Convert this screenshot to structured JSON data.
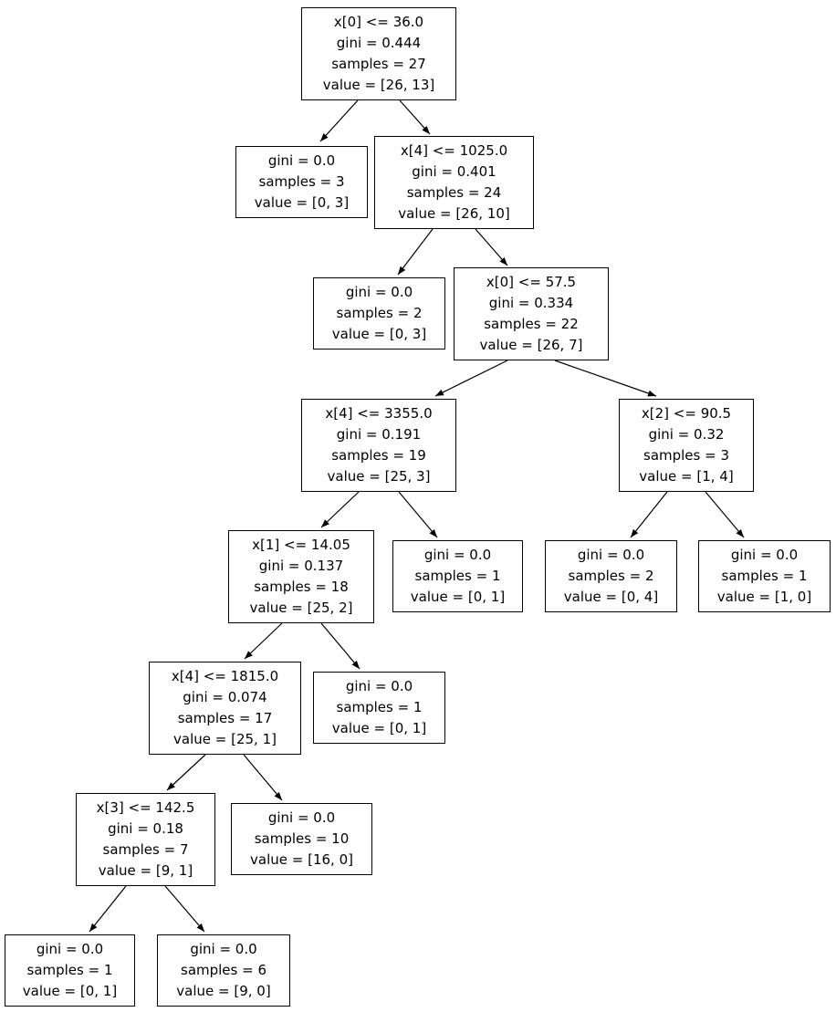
{
  "figure": {
    "type": "decision-tree",
    "background_color": "#ffffff",
    "node_border_color": "#000000",
    "text_color": "#000000",
    "nodes": [
      {
        "id": 0,
        "kind": "split",
        "lines": [
          "x[0] <= 36.0",
          "gini = 0.444",
          "samples = 27",
          "value = [26, 13]"
        ]
      },
      {
        "id": 1,
        "kind": "leaf",
        "lines": [
          "gini = 0.0",
          "samples = 3",
          "value = [0, 3]"
        ]
      },
      {
        "id": 2,
        "kind": "split",
        "lines": [
          "x[4] <= 1025.0",
          "gini = 0.401",
          "samples = 24",
          "value = [26, 10]"
        ]
      },
      {
        "id": 3,
        "kind": "leaf",
        "lines": [
          "gini = 0.0",
          "samples = 2",
          "value = [0, 3]"
        ]
      },
      {
        "id": 4,
        "kind": "split",
        "lines": [
          "x[0] <= 57.5",
          "gini = 0.334",
          "samples = 22",
          "value = [26, 7]"
        ]
      },
      {
        "id": 5,
        "kind": "split",
        "lines": [
          "x[4] <= 3355.0",
          "gini = 0.191",
          "samples = 19",
          "value = [25, 3]"
        ]
      },
      {
        "id": 6,
        "kind": "split",
        "lines": [
          "x[2] <= 90.5",
          "gini = 0.32",
          "samples = 3",
          "value = [1, 4]"
        ]
      },
      {
        "id": 7,
        "kind": "split",
        "lines": [
          "x[1] <= 14.05",
          "gini = 0.137",
          "samples = 18",
          "value = [25, 2]"
        ]
      },
      {
        "id": 8,
        "kind": "leaf",
        "lines": [
          "gini = 0.0",
          "samples = 1",
          "value = [0, 1]"
        ]
      },
      {
        "id": 9,
        "kind": "leaf",
        "lines": [
          "gini = 0.0",
          "samples = 2",
          "value = [0, 4]"
        ]
      },
      {
        "id": 10,
        "kind": "leaf",
        "lines": [
          "gini = 0.0",
          "samples = 1",
          "value = [1, 0]"
        ]
      },
      {
        "id": 11,
        "kind": "split",
        "lines": [
          "x[4] <= 1815.0",
          "gini = 0.074",
          "samples = 17",
          "value = [25, 1]"
        ]
      },
      {
        "id": 12,
        "kind": "leaf",
        "lines": [
          "gini = 0.0",
          "samples = 1",
          "value = [0, 1]"
        ]
      },
      {
        "id": 13,
        "kind": "split",
        "lines": [
          "x[3] <= 142.5",
          "gini = 0.18",
          "samples = 7",
          "value = [9, 1]"
        ]
      },
      {
        "id": 14,
        "kind": "leaf",
        "lines": [
          "gini = 0.0",
          "samples = 10",
          "value = [16, 0]"
        ]
      },
      {
        "id": 15,
        "kind": "leaf",
        "lines": [
          "gini = 0.0",
          "samples = 1",
          "value = [0, 1]"
        ]
      },
      {
        "id": 16,
        "kind": "leaf",
        "lines": [
          "gini = 0.0",
          "samples = 6",
          "value = [9, 0]"
        ]
      }
    ],
    "edges": [
      {
        "from": 0,
        "to": 1
      },
      {
        "from": 0,
        "to": 2
      },
      {
        "from": 2,
        "to": 3
      },
      {
        "from": 2,
        "to": 4
      },
      {
        "from": 4,
        "to": 5
      },
      {
        "from": 4,
        "to": 6
      },
      {
        "from": 5,
        "to": 7
      },
      {
        "from": 5,
        "to": 8
      },
      {
        "from": 6,
        "to": 9
      },
      {
        "from": 6,
        "to": 10
      },
      {
        "from": 7,
        "to": 11
      },
      {
        "from": 7,
        "to": 12
      },
      {
        "from": 11,
        "to": 13
      },
      {
        "from": 11,
        "to": 14
      },
      {
        "from": 13,
        "to": 15
      },
      {
        "from": 13,
        "to": 16
      }
    ]
  }
}
